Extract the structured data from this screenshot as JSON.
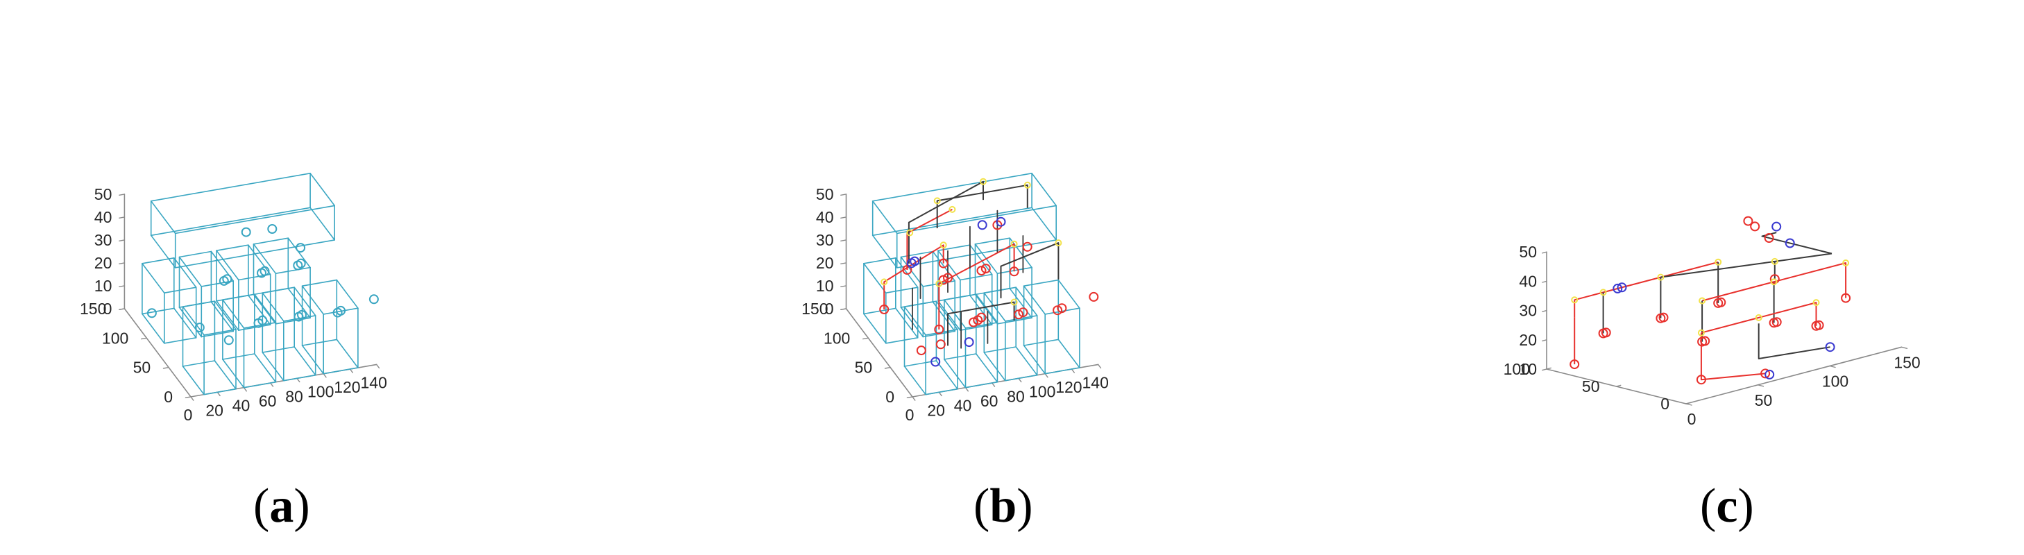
{
  "panel_labels": [
    {
      "open": "(",
      "letter": "a",
      "close": ")"
    },
    {
      "open": "(",
      "letter": "b",
      "close": ")"
    },
    {
      "open": "(",
      "letter": "c",
      "close": ")"
    }
  ],
  "colors": {
    "box": "#3aa6c2",
    "axis": "#8a8a8a",
    "red_line": "#e8302c",
    "black_line": "#3a3a3a",
    "red_marker": "#e8302c",
    "blue_marker": "#3a3ad0",
    "yellow_marker": "#f2e24a"
  },
  "chart_data": [
    {
      "type": "3d-wireframe",
      "panel": "a",
      "x_ticks": [
        "0",
        "20",
        "40",
        "60",
        "80",
        "100",
        "120",
        "140"
      ],
      "y_ticks": [
        "0",
        "50",
        "100",
        "150"
      ],
      "z_ticks": [
        "0",
        "10",
        "20",
        "30",
        "40",
        "50"
      ],
      "xlim": [
        0,
        140
      ],
      "ylim": [
        0,
        150
      ],
      "zlim": [
        0,
        50
      ],
      "grid": false
    },
    {
      "type": "3d-wireframe",
      "panel": "b",
      "x_ticks": [
        "0",
        "20",
        "40",
        "60",
        "80",
        "100",
        "120",
        "140"
      ],
      "y_ticks": [
        "0",
        "50",
        "100",
        "150"
      ],
      "z_ticks": [
        "0",
        "10",
        "20",
        "30",
        "40",
        "50"
      ],
      "xlim": [
        0,
        140
      ],
      "ylim": [
        0,
        150
      ],
      "zlim": [
        0,
        50
      ],
      "grid": false
    },
    {
      "type": "3d-line",
      "panel": "c",
      "x_ticks": [
        "0",
        "50",
        "100",
        "150"
      ],
      "y_ticks": [
        "0",
        "50",
        "100"
      ],
      "z_ticks": [
        "10",
        "20",
        "30",
        "40",
        "50"
      ],
      "xlim": [
        0,
        150
      ],
      "ylim": [
        0,
        100
      ],
      "zlim": [
        10,
        50
      ],
      "grid": false
    }
  ]
}
